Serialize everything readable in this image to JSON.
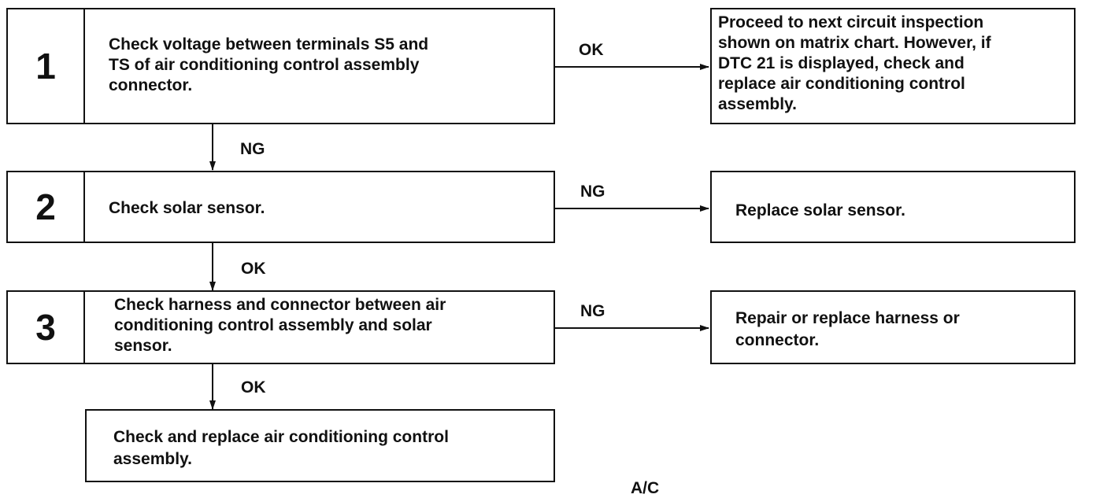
{
  "steps": [
    {
      "number": "1",
      "text": "Check voltage between terminals S5 and\nTS of air conditioning control assembly\nconnector."
    },
    {
      "number": "2",
      "text": "Check solar sensor."
    },
    {
      "number": "3",
      "text": "Check harness and connector between air\nconditioning control assembly and solar\nsensor."
    }
  ],
  "results": [
    {
      "text": "Proceed to next circuit inspection\nshown on matrix chart. However, if\nDTC 21 is displayed, check and\nreplace air conditioning control\nassembly."
    },
    {
      "text": "Replace solar sensor."
    },
    {
      "text": "Repair or replace harness or\nconnector."
    }
  ],
  "final": {
    "text": "Check and replace air conditioning control\nassembly."
  },
  "labels": {
    "step1_right": "OK",
    "step1_down": "NG",
    "step2_right": "NG",
    "step2_down": "OK",
    "step3_right": "NG",
    "step3_down": "OK"
  },
  "footer": "A/C"
}
